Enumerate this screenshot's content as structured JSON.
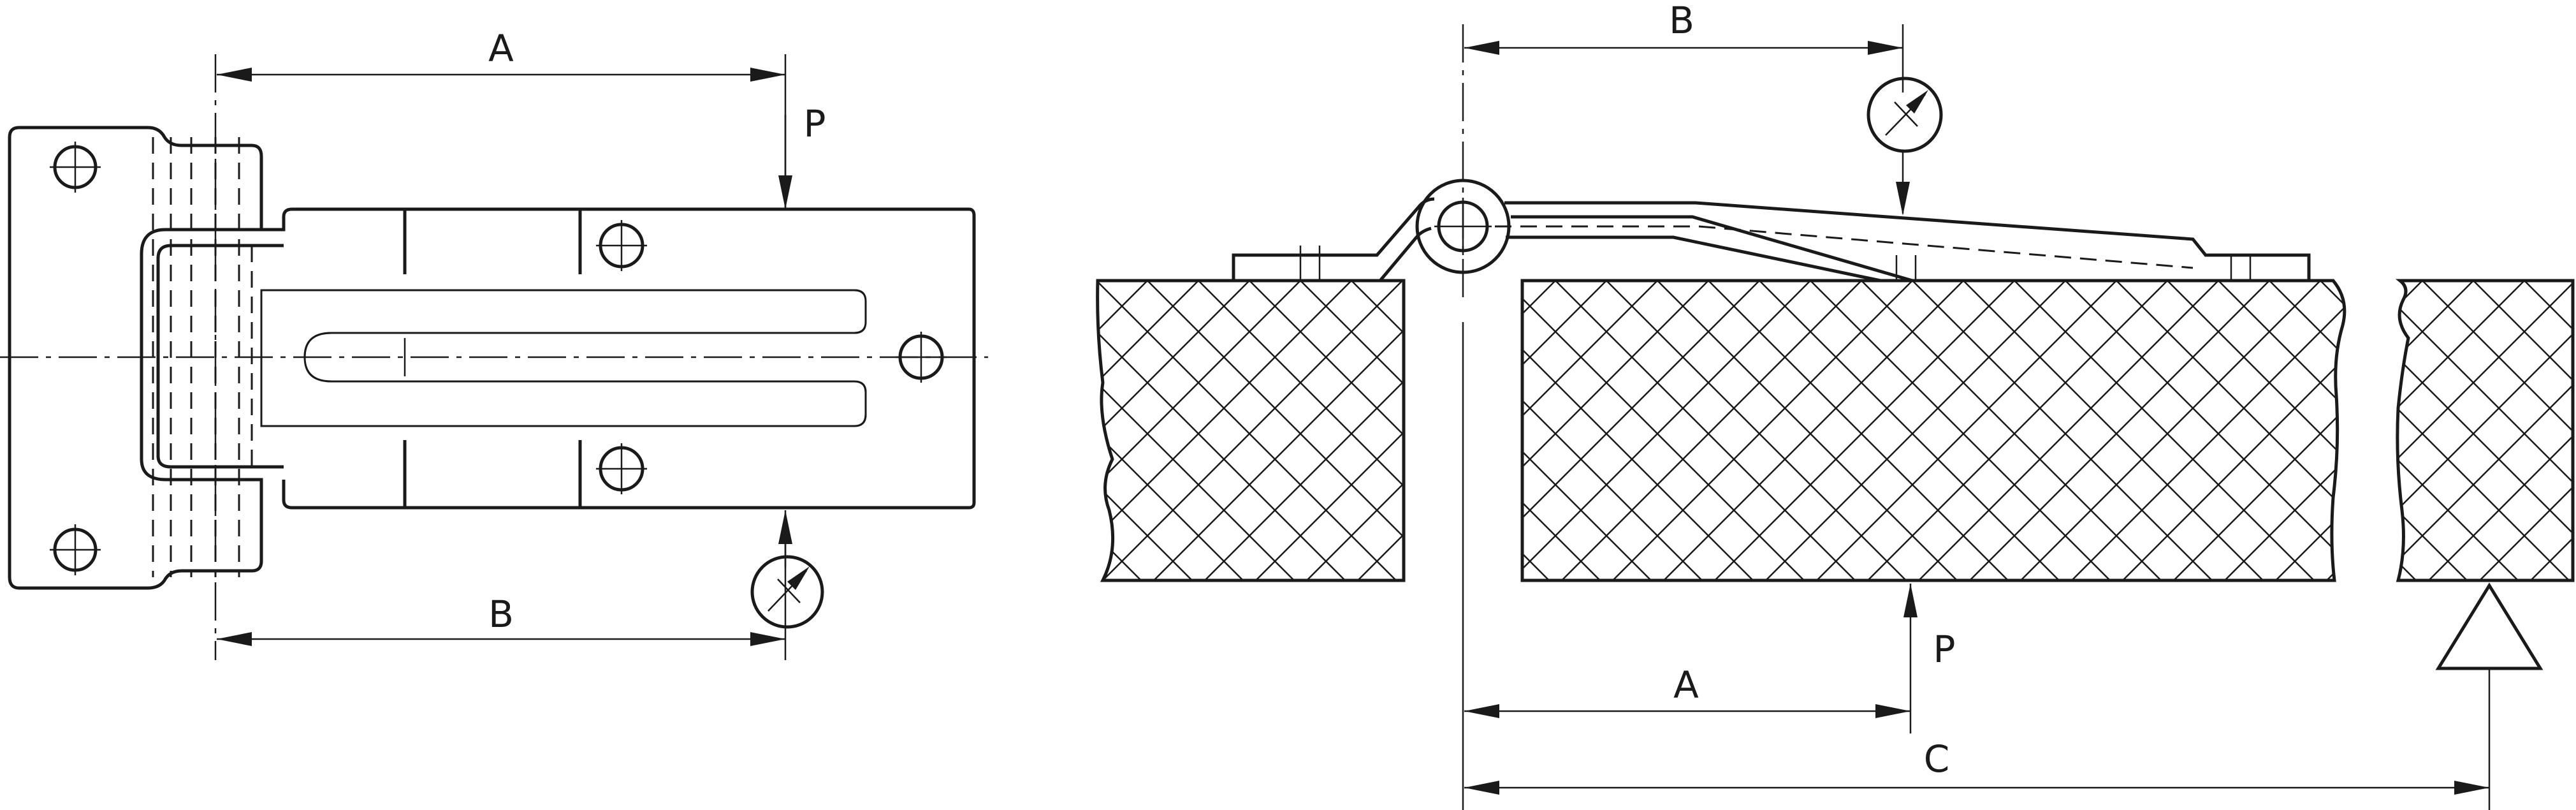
{
  "labels": {
    "left_A": "A",
    "left_B": "B",
    "left_P": "P",
    "right_A": "A",
    "right_B": "B",
    "right_C": "C",
    "right_P": "P"
  }
}
